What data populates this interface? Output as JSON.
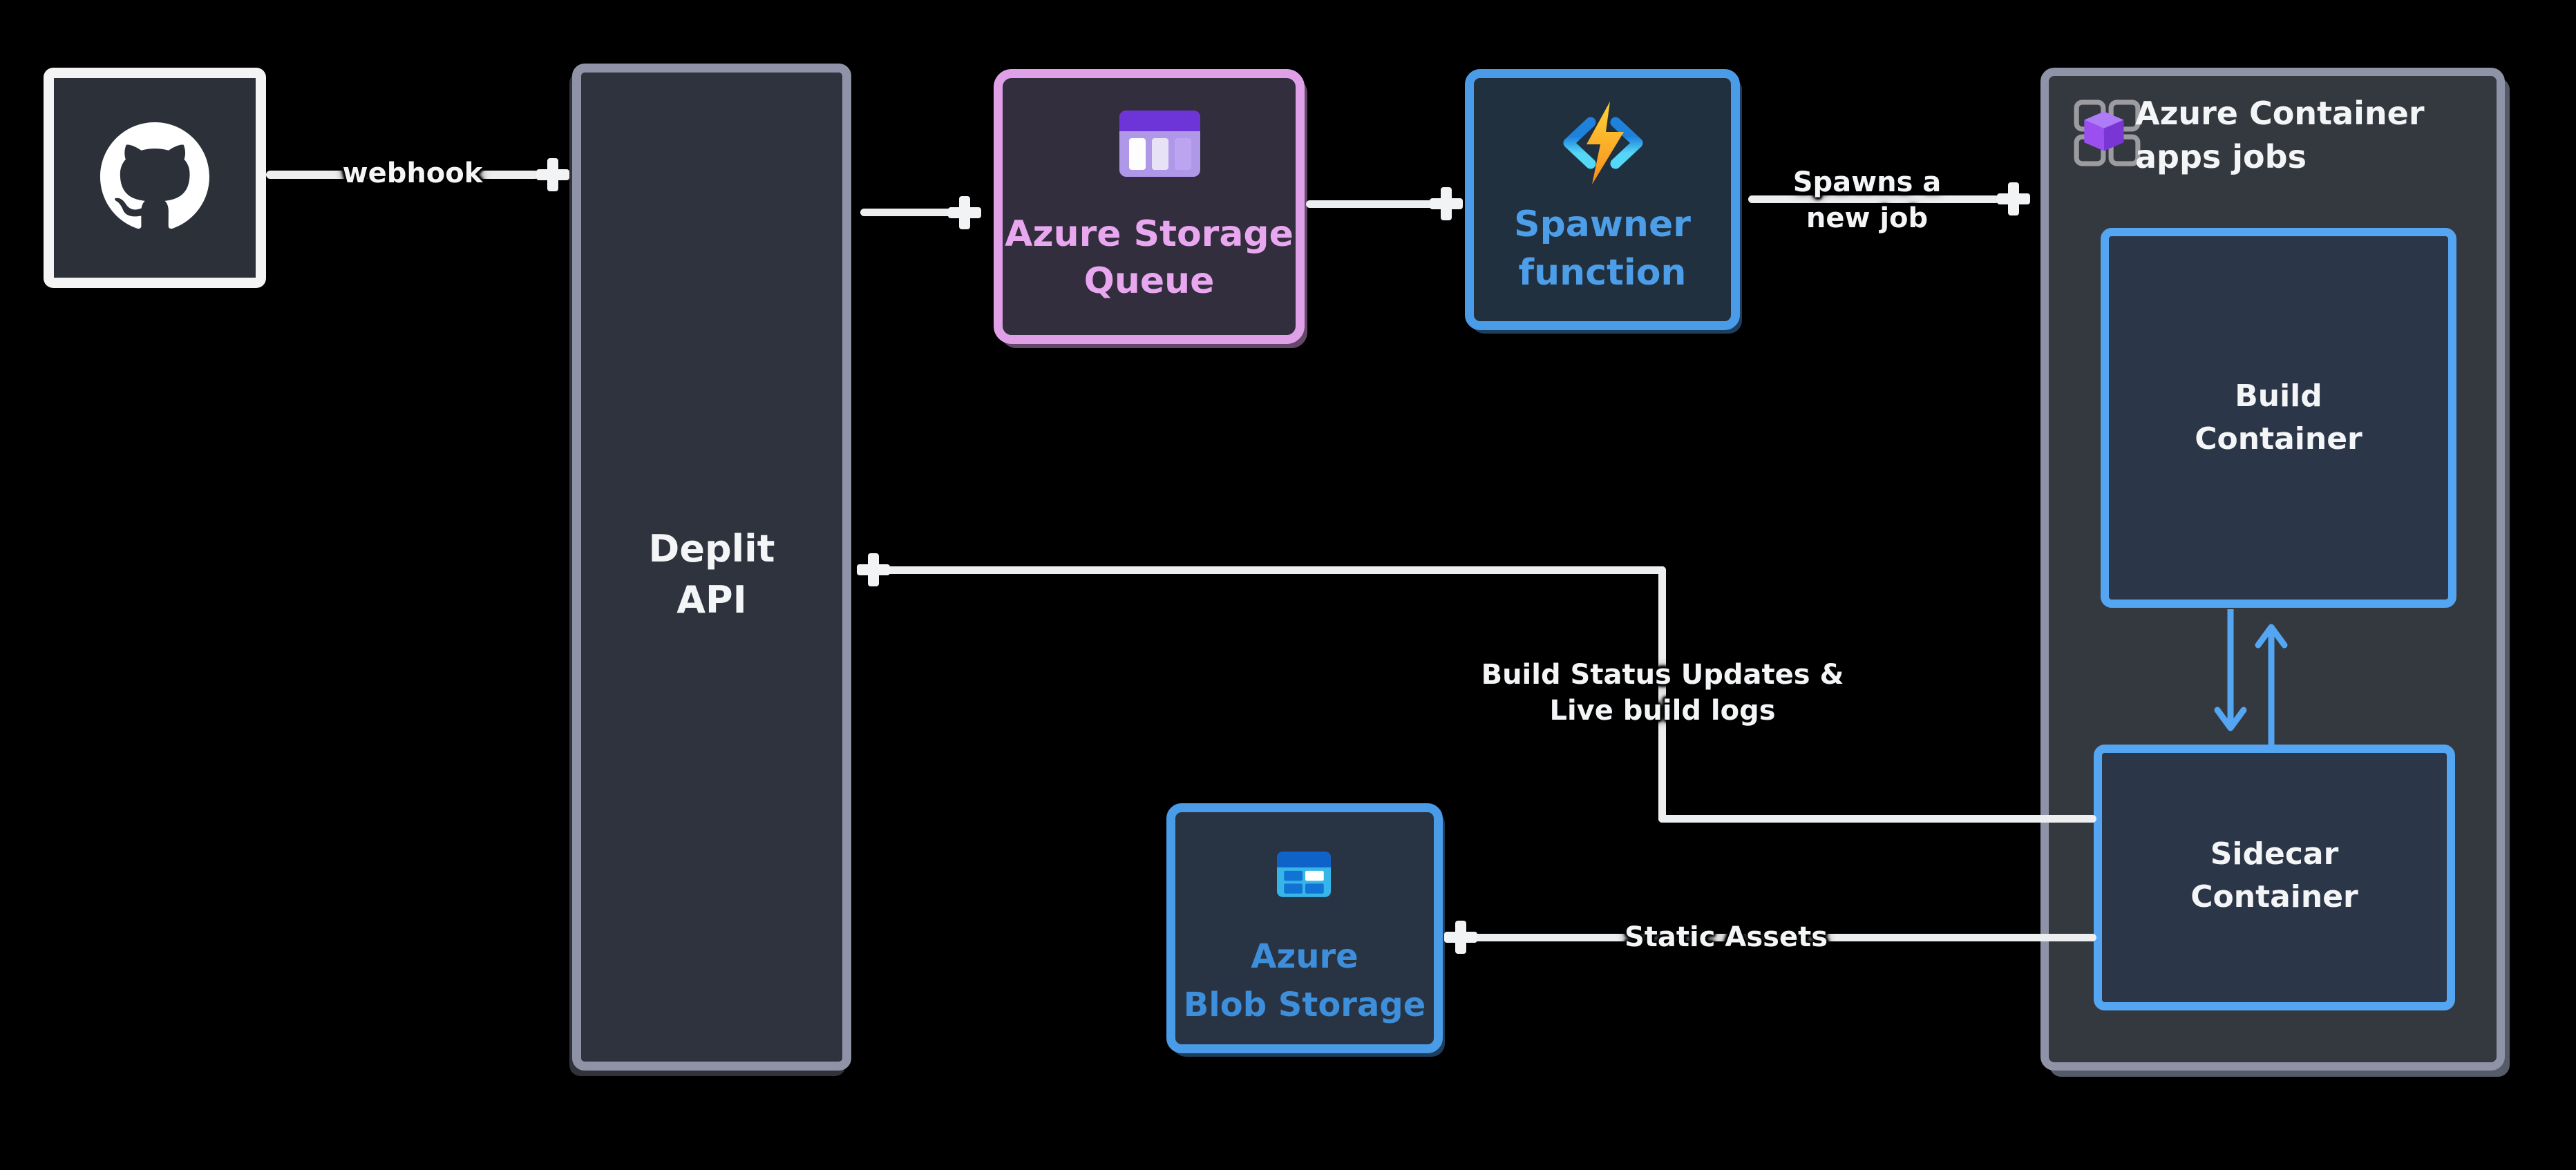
{
  "diagram": {
    "nodes": {
      "deplit_api": {
        "label": "Deplit\nAPI",
        "text_color": "#F4F5F6",
        "border_color": "#8E93A7"
      },
      "storage_queue": {
        "label": "Azure Storage\nQueue",
        "text_color": "#E8A7EF",
        "border_color": "#DFA0E8"
      },
      "spawner_function": {
        "label": "Spawner\nfunction",
        "text_color": "#4D9EE8",
        "border_color": "#4A9BE8"
      },
      "container_apps_jobs": {
        "title": "Azure Container\napps jobs",
        "text_color": "#F4F5F6",
        "border_color": "#8E93A7"
      },
      "build_container": {
        "label": "Build\nContainer",
        "text_color": "#F4F5F6",
        "border_color": "#54A6F2"
      },
      "sidecar_container": {
        "label": "Sidecar\nContainer",
        "text_color": "#F4F5F6",
        "border_color": "#54A6F2"
      },
      "blob_storage": {
        "label": "Azure\nBlob Storage",
        "text_color": "#3D8EDB",
        "border_color": "#4A9BE8"
      }
    },
    "edges": {
      "webhook": {
        "label": "webhook",
        "from": "github",
        "to": "deplit_api"
      },
      "queue_feed": {
        "from": "deplit_api",
        "to": "storage_queue"
      },
      "queue_trigger": {
        "from": "storage_queue",
        "to": "spawner_function"
      },
      "spawns_new_job": {
        "label": "Spawns a\nnew job",
        "from": "spawner_function",
        "to": "container_apps_jobs"
      },
      "build_status": {
        "label": "Build Status Updates &\nLive build logs",
        "from": "sidecar_container",
        "to": "deplit_api"
      },
      "static_assets": {
        "label": "Static Assets",
        "from": "sidecar_container",
        "to": "blob_storage"
      },
      "build_sidecar_link": {
        "from": "build_container",
        "to": "sidecar_container",
        "style": "bidirectional blue arrows"
      }
    },
    "icons": {
      "github": "github-octocat-icon",
      "storage_queue": "storage-queue-icon",
      "spawner_function": "azure-functions-lightning-icon",
      "container_apps_jobs": "container-apps-cube-icon",
      "blob_storage": "blob-storage-icon"
    },
    "colors": {
      "background": "#000000",
      "white_line": "#EDEEF0",
      "blue_arrow": "#54A6F2",
      "dark_fill": "#2F333D",
      "navy_fill": "#2B3648",
      "container_fill": "#34383F"
    }
  }
}
